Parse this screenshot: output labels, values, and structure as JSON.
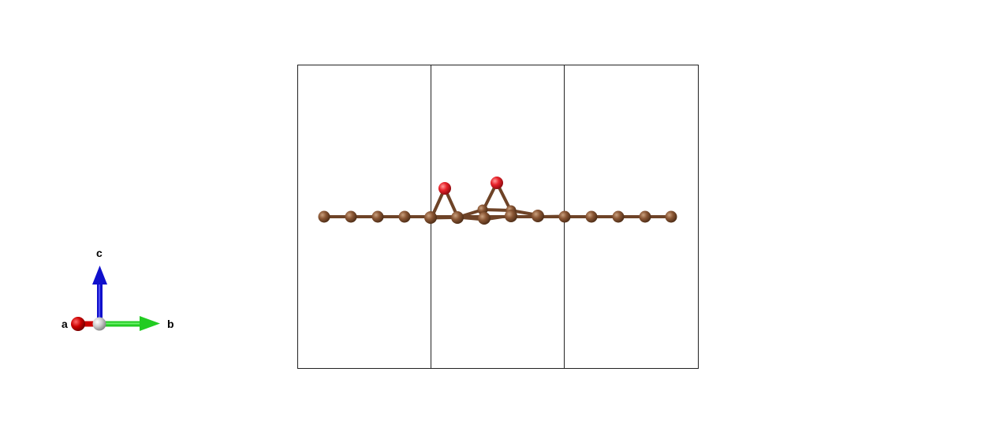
{
  "scene": {
    "background": "#ffffff",
    "cell_line_color": "#222222"
  },
  "atoms": {
    "carbon_color": "#7a4a2b",
    "oxygen_color": "#e8222a",
    "bond_color": "#6e4327"
  },
  "axes": {
    "a_label": "a",
    "b_label": "b",
    "c_label": "c",
    "a_color": "#cc0000",
    "b_color": "#22cc22",
    "c_color": "#1010cc",
    "origin_color": "#c8c8c8"
  }
}
